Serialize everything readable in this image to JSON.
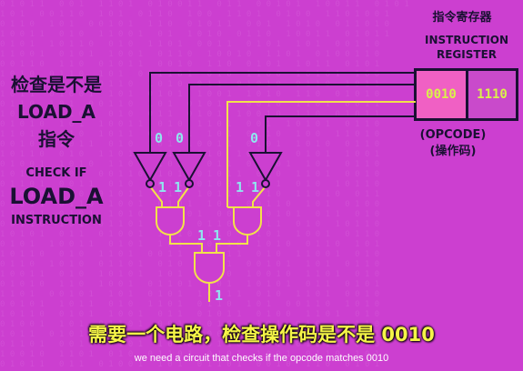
{
  "left_panel": {
    "title_cn": "检查是不是\nLOAD_A\n指令",
    "check_if": "CHECK IF",
    "check_target": "LOAD_A",
    "check_instruction": "INSTRUCTION"
  },
  "register": {
    "label_cn": "指令寄存器",
    "label_en": "INSTRUCTION\nREGISTER",
    "opcode_value": "0010",
    "address_value": "1110",
    "opcode_caption": "(OPCODE)\n(操作码)"
  },
  "circuit": {
    "not_gate_inputs": [
      "0",
      "0",
      "0"
    ],
    "not_gate_outputs": [
      "1",
      "1",
      "1",
      "1"
    ],
    "and_outputs": [
      "1",
      "1"
    ],
    "final_output": "1"
  },
  "subtitles": {
    "cn": "需要一个电路，检查操作码是不是 0010",
    "en": "we need a circuit that checks if the opcode matches 0010"
  },
  "colors": {
    "background": "#cc3fd0",
    "wire_dark": "#1a1033",
    "wire_yellow": "#f2e24a",
    "bit_text": "#8fe6ef"
  }
}
